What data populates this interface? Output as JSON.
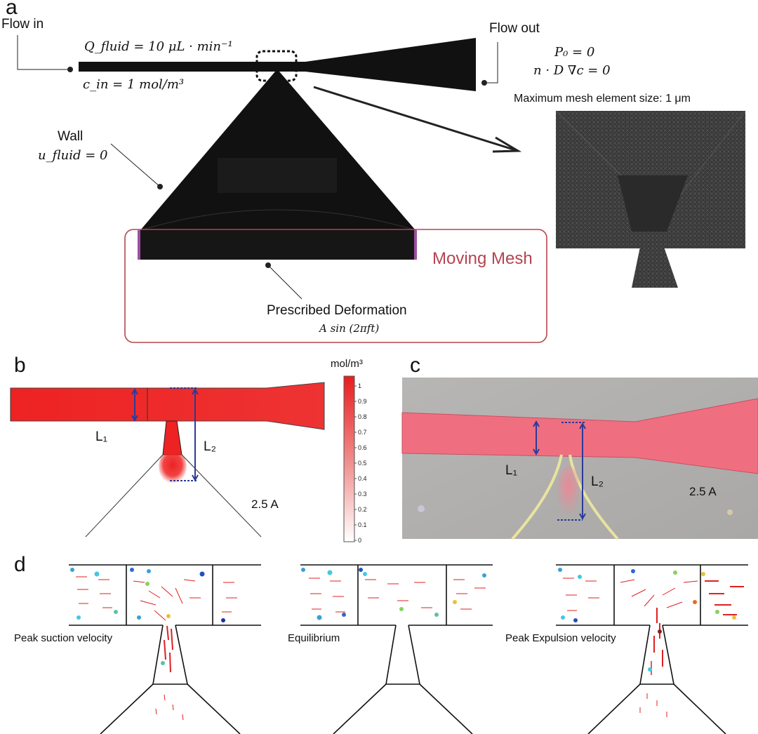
{
  "panels": {
    "a": "a",
    "b": "b",
    "c": "c",
    "d": "d"
  },
  "panel_a": {
    "flow_in": "Flow in",
    "flow_out": "Flow out",
    "q_fluid": "Q_fluid = 10 μL · min⁻¹",
    "c_in": "c_in = 1 mol/m³",
    "p0": "P₀ = 0",
    "flux_bc": "n · D ∇c = 0",
    "wall": "Wall",
    "u_fluid": "u_fluid = 0",
    "max_mesh": "Maximum mesh element size: 1 μm",
    "moving_mesh": "Moving Mesh",
    "prescribed": "Prescribed Deformation",
    "deformation": "A sin (2πft)"
  },
  "panel_b": {
    "l1": "L₁",
    "l2": "L₂",
    "amplitude": "2.5 A",
    "colorbar_unit": "mol/m³",
    "colorbar_ticks": [
      "1",
      "0.9",
      "0.8",
      "0.7",
      "0.6",
      "0.5",
      "0.4",
      "0.3",
      "0.2",
      "0.1",
      "0"
    ]
  },
  "panel_c": {
    "l1": "L₁",
    "l2": "L₂",
    "amplitude": "2.5 A"
  },
  "panel_d": {
    "labels": [
      "Peak suction velocity",
      "Equilibrium",
      "Peak Expulsion velocity"
    ]
  },
  "colors": {
    "concentration": "#ee2222",
    "moving_mesh_frame": "#b5444f",
    "measure_arrow": "#2b3a9a",
    "mesh_dark": "#111111",
    "mesh_gray": "#3c3c3c"
  }
}
